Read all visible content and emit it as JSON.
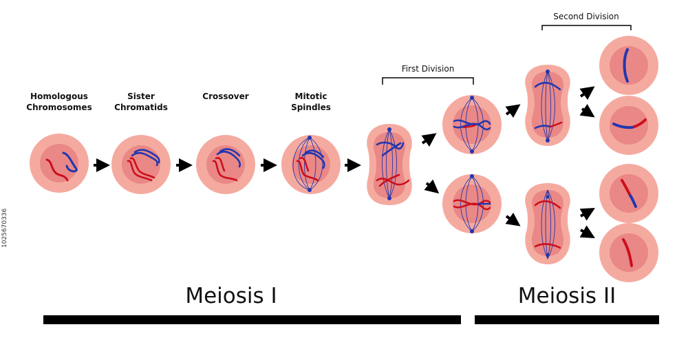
{
  "stages": {
    "homologous": "Homologous\nChromosomes",
    "sister": "Sister\nChromatids",
    "crossover": "Crossover",
    "mitotic": "Mitotic\nSpindles"
  },
  "brackets": {
    "first": "First Division",
    "second": "Second Division"
  },
  "phases": {
    "meiosis1": "Meiosis I",
    "meiosis2": "Meiosis II"
  },
  "watermark_id": "1025670336",
  "colors": {
    "cell_outer": "#f5aaa0",
    "cell_inner": "#e98886",
    "red_chromosome": "#cc0f1c",
    "blue_chromosome": "#2136b0"
  }
}
